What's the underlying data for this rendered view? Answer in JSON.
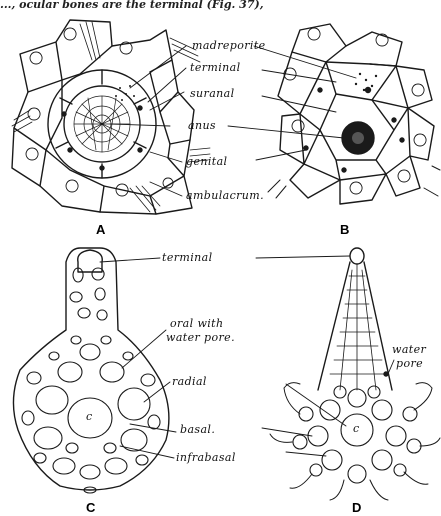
{
  "caption": "..., ocular bones are the terminal (Fig. 37),",
  "panels": [
    "A",
    "B",
    "C",
    "D"
  ],
  "labels_a": {
    "madreporite": "madreporite",
    "terminal": "terminal",
    "suranal": "suranal",
    "anus": "anus",
    "genital": "genital",
    "ambulacrum": "ambulacrum."
  },
  "labels_c": {
    "terminal": "terminal",
    "oral_line1": "oral with",
    "oral_line2": "water pore.",
    "radial": "radial",
    "basal": "basal.",
    "infrabasal": "infrabasal",
    "c_mark_c": "c",
    "c_mark_d": "c"
  },
  "labels_d": {
    "water_line1": "water",
    "water_line2": "pore"
  }
}
